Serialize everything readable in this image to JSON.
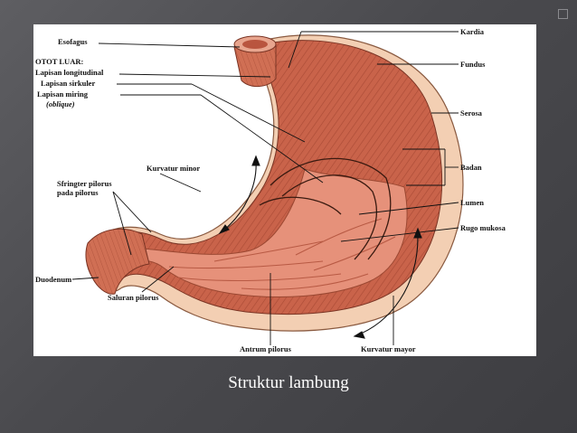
{
  "caption": "Struktur lambung",
  "labels": {
    "esofagus": "Esofagus",
    "otot_luar": "OTOT LUAR:",
    "lapisan_longitudinal": "Lapisan longitudinal",
    "lapisan_sirkuler": "Lapisan sirkuler",
    "lapisan_miring": "Lapisan miring",
    "oblique": "(oblique)",
    "kurvatur_minor": "Kurvatur minor",
    "sfringter_line1": "Sfringter pilorus",
    "sfringter_line2": "pada pilorus",
    "duodenum": "Duodenum",
    "saluran_pilorus": "Saluran pilorus",
    "antrum_pilorus": "Antrum pilorus",
    "kurvatur_mayor": "Kurvatur mayor",
    "kardia": "Kardia",
    "fundus": "Fundus",
    "serosa": "Serosa",
    "badan": "Badan",
    "lumen": "Lumen",
    "rugo_mukosa": "Rugo mukosa"
  },
  "colors": {
    "serosa": "#f3cfb3",
    "muscle": "#c9634a",
    "mucosa": "#e08a72",
    "lumen": "#f0a48c"
  }
}
